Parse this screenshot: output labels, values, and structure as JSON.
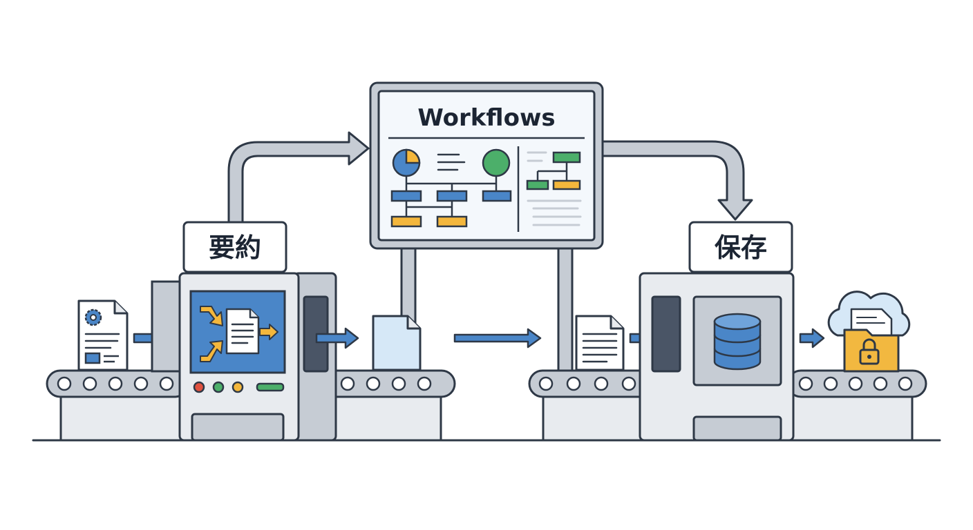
{
  "board": {
    "title": "Workflows"
  },
  "stages": {
    "summarize": {
      "label": "要約"
    },
    "store": {
      "label": "保存"
    }
  },
  "colors": {
    "outline": "#2e3846",
    "machine_fill": "#e8ebef",
    "machine_dark": "#4a5566",
    "pipe": "#c6ccd4",
    "blue": "#4a86c8",
    "light_blue": "#d6e8f7",
    "orange": "#f4b73c",
    "green": "#4caf6a",
    "red": "#e0513f",
    "folder": "#f2b840"
  },
  "icons": [
    "gear-document-icon",
    "arrow-right-icon",
    "merge-arrows-icon",
    "document-icon",
    "pie-chart-icon",
    "green-circle-icon",
    "database-icon",
    "cloud-icon",
    "folder-lock-icon",
    "conveyor-belt"
  ]
}
